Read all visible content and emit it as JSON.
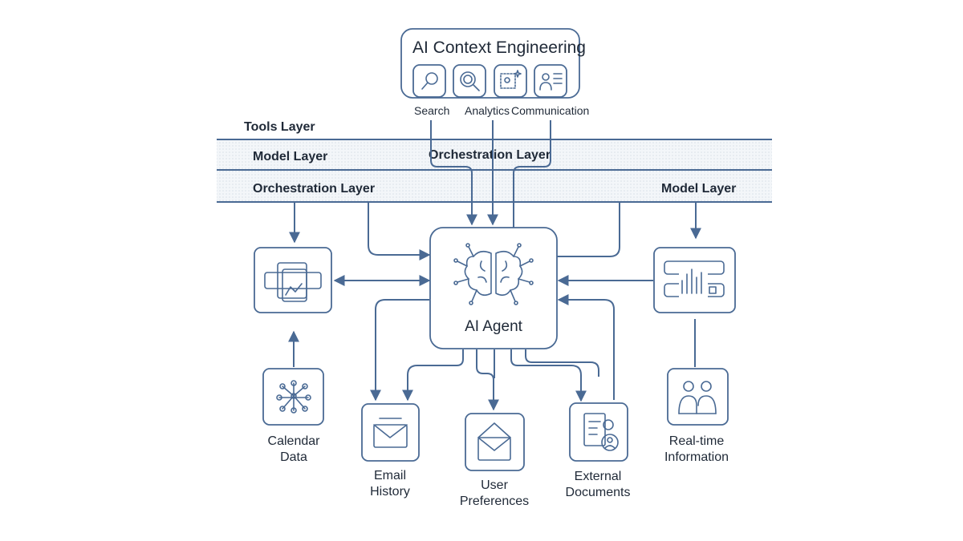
{
  "title": "AI Context Engineering",
  "tools": [
    {
      "label": "Search",
      "icon": "search-icon"
    },
    {
      "label": "Analytics",
      "icon": "analytics-icon"
    },
    {
      "label": "",
      "icon": "image-sparkle-icon"
    },
    {
      "label": "Communication",
      "icon": "user-document-icon"
    }
  ],
  "layers": {
    "tools": "Tools Layer",
    "model_left": "Model Layer",
    "orchestration_top": "Orchestration Layer",
    "orchestration_left": "Orchestration Layer",
    "model_right": "Model Layer"
  },
  "agent": {
    "label": "AI Agent",
    "icon": "brain-circuit-icon"
  },
  "nodes": {
    "calendar": {
      "line1": "Calendar",
      "line2": "Data",
      "icon": "network-grid-icon"
    },
    "email": {
      "line1": "Email",
      "line2": "History",
      "icon": "envelope-icon"
    },
    "preferences": {
      "line1": "User",
      "line2": "Preferences",
      "icon": "envelope-icon"
    },
    "documents": {
      "line1": "External",
      "line2": "Documents",
      "icon": "document-user-icon"
    },
    "realtime": {
      "line1": "Real-time",
      "line2": "Information",
      "icon": "people-icon"
    },
    "left_module": {
      "icon": "layered-cards-icon"
    },
    "right_module": {
      "icon": "bar-chart-icon"
    }
  },
  "colors": {
    "stroke": "#4a6a94",
    "band": "#eef2f6",
    "text": "#1f2937"
  }
}
